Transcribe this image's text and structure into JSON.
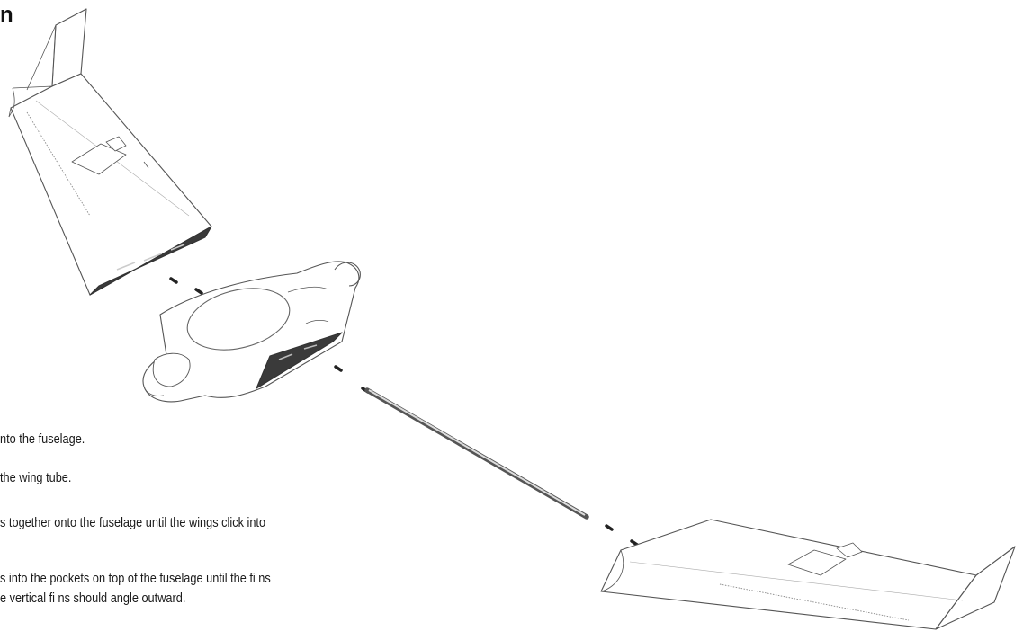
{
  "heading": "n",
  "steps": [
    {
      "line1": "nto the fuselage."
    },
    {
      "line1": "the wing tube."
    },
    {
      "line1": "s together onto the fuselage until the wings click into"
    },
    {
      "line1": "s into the pockets on top of the fuselage until the fi ns",
      "line2": "e vertical fi ns should angle outward."
    }
  ],
  "illustration": {
    "components": [
      "left-wing",
      "fuselage",
      "wing-tube",
      "right-wing"
    ],
    "line_color": "#555555",
    "fill_color": "#ffffff",
    "dark_fill": "#3a3a3a"
  }
}
